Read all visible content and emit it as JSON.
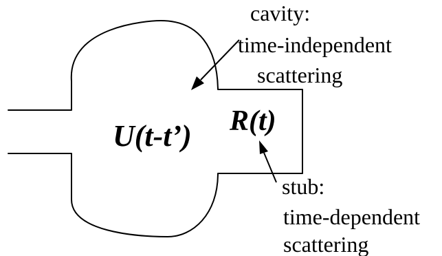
{
  "diagram": {
    "symbols": {
      "cavity_propagator": "U(t-t’)",
      "stub_reflection": "R(t)"
    },
    "annotations": {
      "cavity": {
        "lines": [
          "cavity:",
          "time-independent",
          "scattering"
        ]
      },
      "stub": {
        "lines": [
          "stub:",
          "time-dependent",
          "scattering"
        ]
      }
    }
  }
}
